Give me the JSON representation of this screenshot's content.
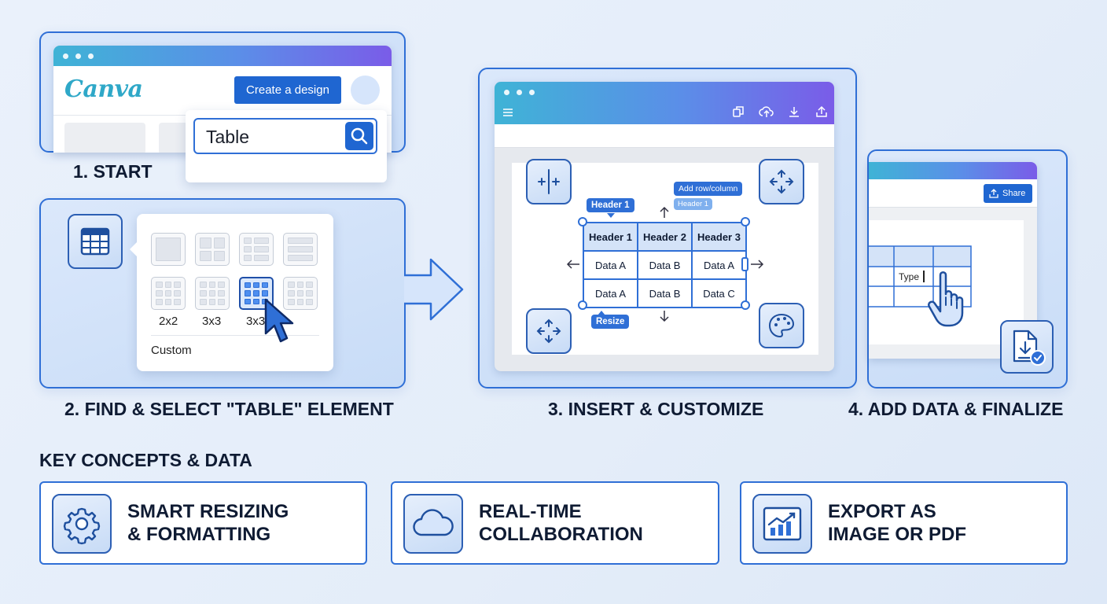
{
  "step1": {
    "label": "1. START",
    "logo": "Canva",
    "create_button": "Create a design",
    "search_value": "Table"
  },
  "step2": {
    "label": "2. FIND & SELECT \"TABLE\" ELEMENT",
    "grid_labels": [
      "2x2",
      "3x3",
      "3x3"
    ],
    "custom_label": "Custom"
  },
  "step3": {
    "label": "3. INSERT & CUSTOMIZE",
    "header_tag": "Header 1",
    "tooltip_main": "Add row/column",
    "tooltip_sub": "Header 1",
    "resize_tag": "Resize",
    "table": {
      "headers": [
        "Header 1",
        "Header 2",
        "Header 3"
      ],
      "rows": [
        [
          "Data A",
          "Data B",
          "Data A"
        ],
        [
          "Data A",
          "Data B",
          "Data C"
        ]
      ]
    }
  },
  "step4": {
    "label": "4. ADD DATA & FINALIZE",
    "share_button": "Share",
    "type_text": "Type"
  },
  "concepts": {
    "title": "KEY CONCEPTS & DATA",
    "items": [
      {
        "line1": "SMART RESIZING",
        "line2": "& FORMATTING",
        "icon": "gear-icon"
      },
      {
        "line1": "REAL-TIME",
        "line2": "COLLABORATION",
        "icon": "cloud-icon"
      },
      {
        "line1": "EXPORT AS",
        "line2": "IMAGE OR PDF",
        "icon": "chart-icon"
      }
    ]
  },
  "colors": {
    "accent": "#2f6fd6",
    "button": "#1f66d1",
    "text": "#0f1b33"
  }
}
